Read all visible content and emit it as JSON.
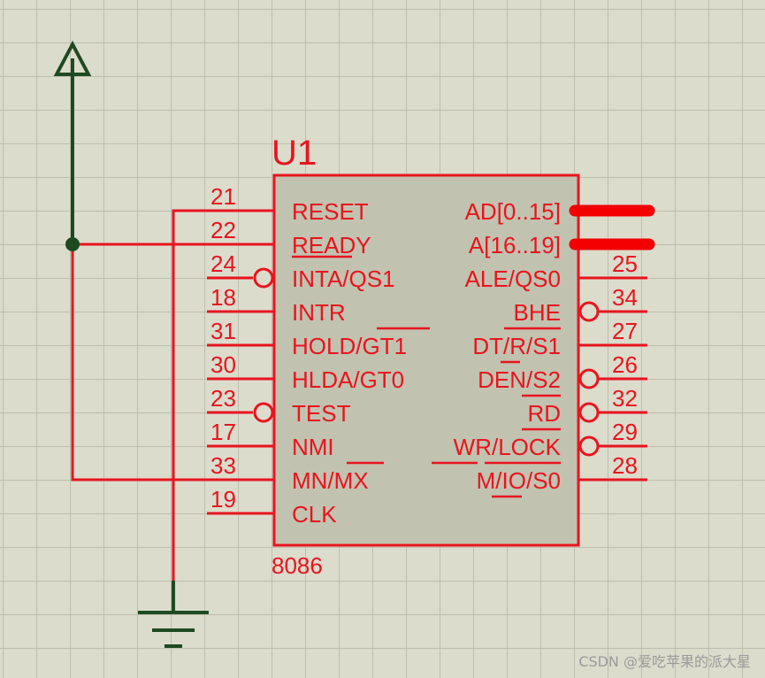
{
  "component": {
    "ref": "U1",
    "part": "8086",
    "left_pins": [
      {
        "num": "21",
        "label": "RESET",
        "inverted": false,
        "bar": ""
      },
      {
        "num": "22",
        "label": "READY",
        "inverted": false,
        "bar": ""
      },
      {
        "num": "24",
        "label": "INTA/QS1",
        "inverted": true,
        "bar": ""
      },
      {
        "num": "18",
        "label": "INTR",
        "inverted": false,
        "bar": ""
      },
      {
        "num": "31",
        "label": "HOLD/GT1",
        "inverted": false,
        "bar": ""
      },
      {
        "num": "30",
        "label": "HLDA/GT0",
        "inverted": false,
        "bar": ""
      },
      {
        "num": "23",
        "label": "TEST",
        "inverted": true,
        "bar": ""
      },
      {
        "num": "17",
        "label": "NMI",
        "inverted": false,
        "bar": ""
      },
      {
        "num": "33",
        "label": "MN/MX",
        "inverted": false,
        "bar": ""
      },
      {
        "num": "19",
        "label": "CLK",
        "inverted": false,
        "bar": ""
      }
    ],
    "right_pins": [
      {
        "num": "",
        "label": "AD[0..15]",
        "inverted": false,
        "bus": true
      },
      {
        "num": "",
        "label": "A[16..19]",
        "inverted": false,
        "bus": true
      },
      {
        "num": "25",
        "label": "ALE/QS0",
        "inverted": false,
        "bus": false
      },
      {
        "num": "34",
        "label": "BHE",
        "inverted": true,
        "bus": false
      },
      {
        "num": "27",
        "label": "DT/R/S1",
        "inverted": false,
        "bus": false
      },
      {
        "num": "26",
        "label": "DEN/S2",
        "inverted": true,
        "bus": false
      },
      {
        "num": "32",
        "label": "RD",
        "inverted": true,
        "bus": false
      },
      {
        "num": "29",
        "label": "WR/LOCK",
        "inverted": true,
        "bus": false
      },
      {
        "num": "28",
        "label": "M/IO/S0",
        "inverted": false,
        "bus": false
      }
    ]
  },
  "colors": {
    "wire": "#e8141e",
    "body": "#c2c2b0",
    "power": "#1e4a22",
    "grid": "#bdbdae"
  },
  "watermark": "CSDN @爱吃苹果的派大星"
}
